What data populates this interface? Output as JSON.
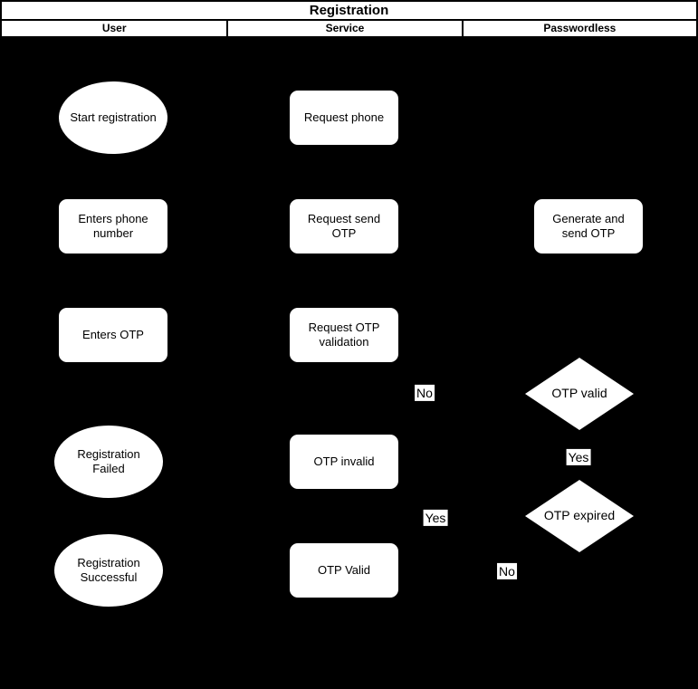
{
  "diagram": {
    "title": "Registration",
    "lanes": [
      {
        "label": "User"
      },
      {
        "label": "Service"
      },
      {
        "label": "Passwordless"
      }
    ],
    "nodes": [
      {
        "id": "start-registration",
        "lane": "User",
        "shape": "ellipse",
        "label": "Start registration"
      },
      {
        "id": "enters-phone-number",
        "lane": "User",
        "shape": "rounded-rect",
        "label": "Enters phone\nnumber"
      },
      {
        "id": "enters-otp",
        "lane": "User",
        "shape": "rounded-rect",
        "label": "Enters OTP"
      },
      {
        "id": "registration-failed",
        "lane": "User",
        "shape": "ellipse",
        "label": "Registration\nFailed"
      },
      {
        "id": "registration-successful",
        "lane": "User",
        "shape": "ellipse",
        "label": "Registration\nSuccessful"
      },
      {
        "id": "request-phone",
        "lane": "Service",
        "shape": "rounded-rect",
        "label": "Request phone"
      },
      {
        "id": "request-send-otp",
        "lane": "Service",
        "shape": "rounded-rect",
        "label": "Request send\nOTP"
      },
      {
        "id": "request-otp-validation",
        "lane": "Service",
        "shape": "rounded-rect",
        "label": "Request OTP\nvalidation"
      },
      {
        "id": "otp-invalid",
        "lane": "Service",
        "shape": "rounded-rect",
        "label": "OTP invalid"
      },
      {
        "id": "otp-valid-result",
        "lane": "Service",
        "shape": "rounded-rect",
        "label": "OTP Valid"
      },
      {
        "id": "generate-and-send-otp",
        "lane": "Passwordless",
        "shape": "rounded-rect",
        "label": "Generate and\nsend OTP"
      },
      {
        "id": "otp-valid-decision",
        "lane": "Passwordless",
        "shape": "diamond",
        "label": "OTP valid"
      },
      {
        "id": "otp-expired-decision",
        "lane": "Passwordless",
        "shape": "diamond",
        "label": "OTP expired"
      }
    ],
    "edge_labels": [
      {
        "id": "otp-valid-no",
        "label": "No"
      },
      {
        "id": "otp-valid-yes",
        "label": "Yes"
      },
      {
        "id": "otp-expired-yes",
        "label": "Yes"
      },
      {
        "id": "otp-expired-no",
        "label": "No"
      }
    ],
    "colors": {
      "background": "#000000",
      "node_fill": "#ffffff",
      "node_text": "#000000",
      "header_bg": "#ffffff",
      "header_text": "#000000",
      "border": "#000000"
    }
  }
}
